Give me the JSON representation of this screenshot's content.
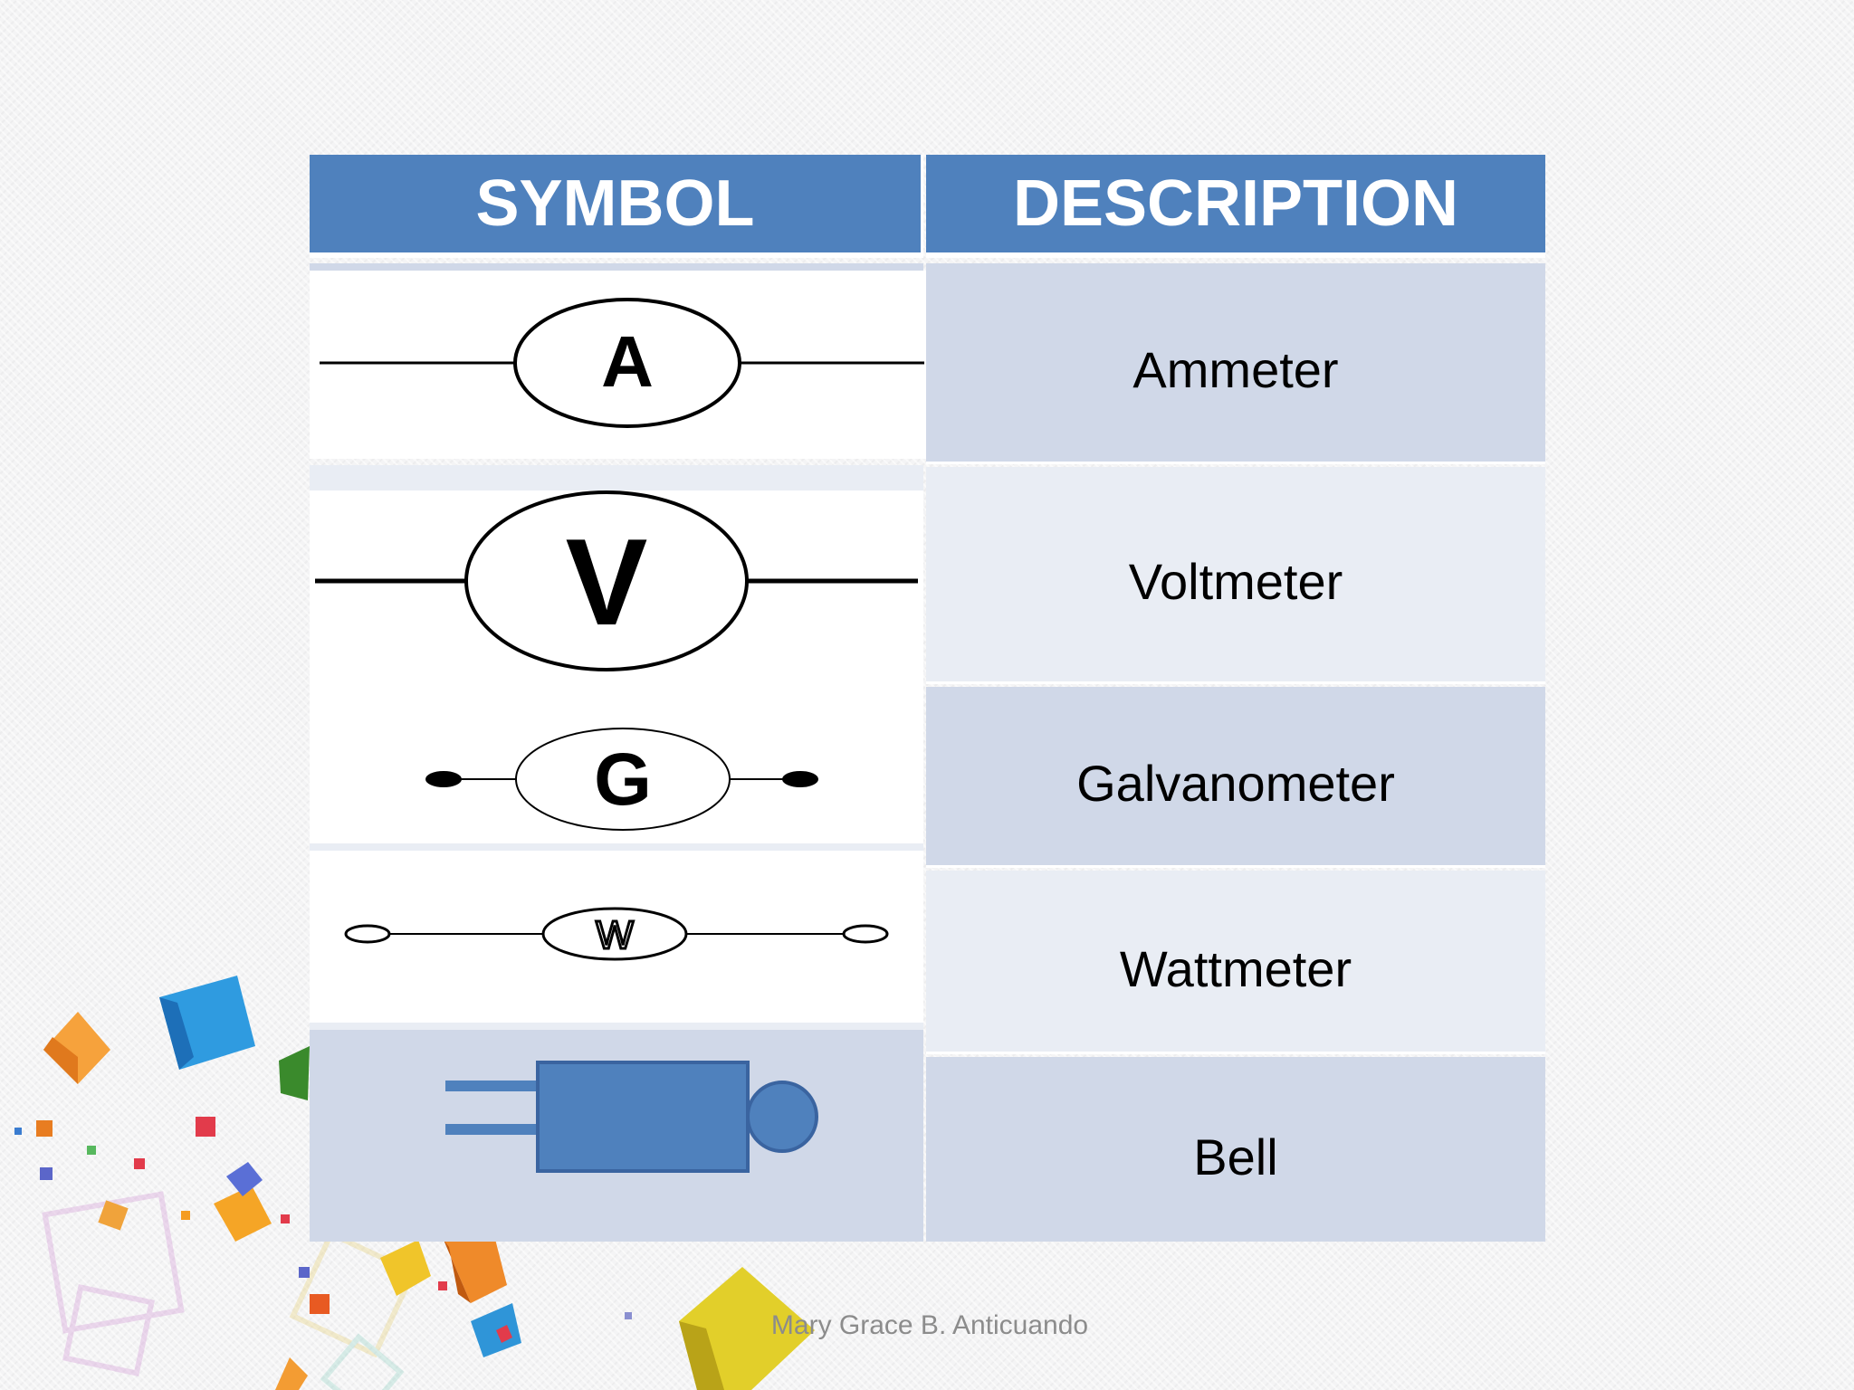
{
  "table": {
    "headers": [
      "SYMBOL",
      "DESCRIPTION"
    ],
    "rows": [
      {
        "symbol_letter": "A",
        "description": "Ammeter"
      },
      {
        "symbol_letter": "V",
        "description": "Voltmeter"
      },
      {
        "symbol_letter": "G",
        "description": "Galvanometer"
      },
      {
        "symbol_letter": "W",
        "description": "Wattmeter"
      },
      {
        "symbol_letter": "",
        "description": "Bell"
      }
    ]
  },
  "footer": {
    "author": "Mary Grace B. Anticuando"
  },
  "colors": {
    "header_bg": "#4f81bd",
    "row_dark": "#d0d8e8",
    "row_light": "#e9edf4",
    "bell_fill": "#4f81bd"
  },
  "icons": [
    "ammeter-symbol-icon",
    "voltmeter-symbol-icon",
    "galvanometer-symbol-icon",
    "wattmeter-symbol-icon",
    "bell-symbol-icon"
  ]
}
